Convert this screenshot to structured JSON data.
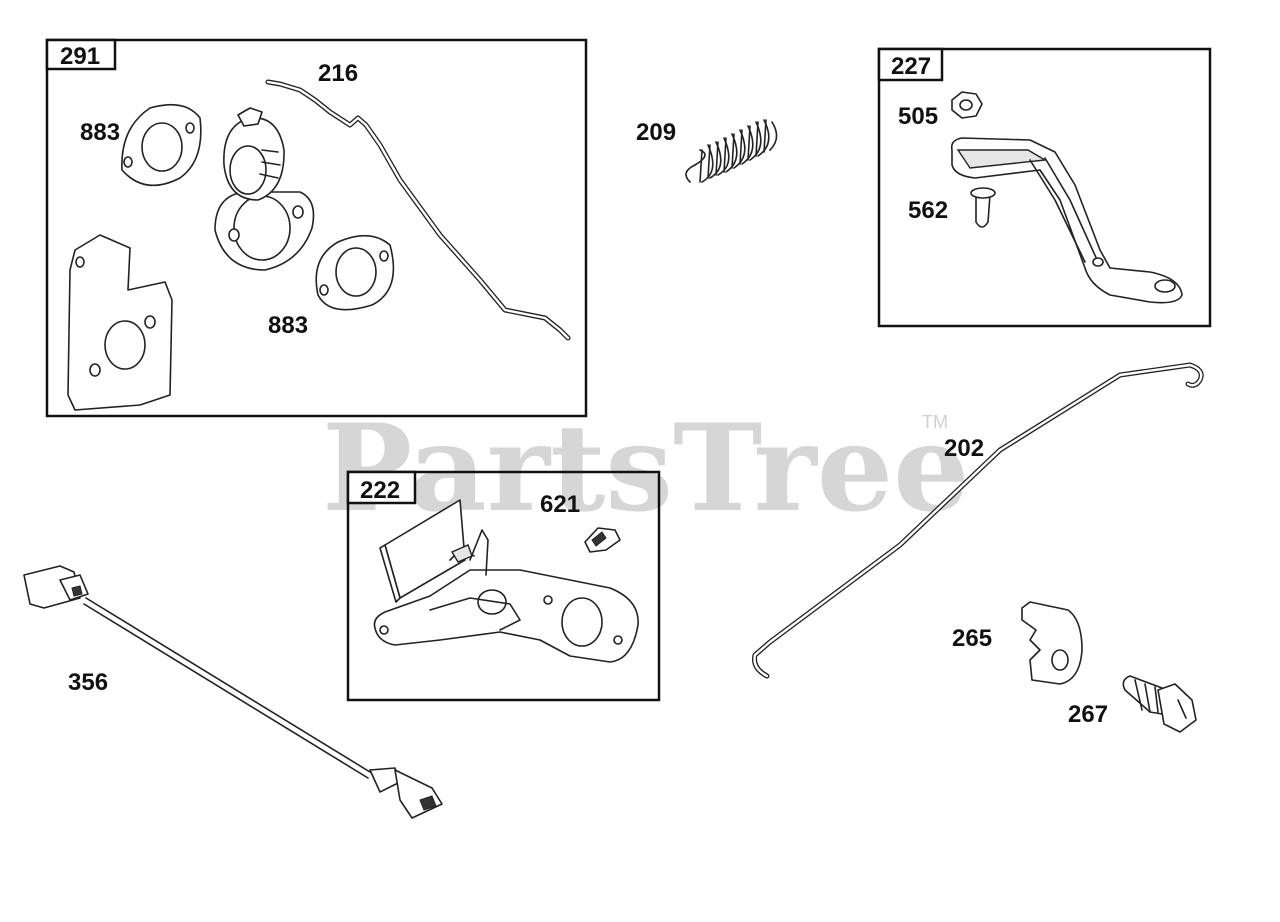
{
  "watermark": {
    "text": "PartsTree",
    "trademark": "TM"
  },
  "groups": [
    {
      "id": "291",
      "label": "291"
    },
    {
      "id": "227",
      "label": "227"
    },
    {
      "id": "222",
      "label": "222"
    }
  ],
  "callouts": {
    "c216": "216",
    "c883a": "883",
    "c883b": "883",
    "c209": "209",
    "c505": "505",
    "c562": "562",
    "c202": "202",
    "c621": "621",
    "c265": "265",
    "c267": "267",
    "c356": "356"
  }
}
